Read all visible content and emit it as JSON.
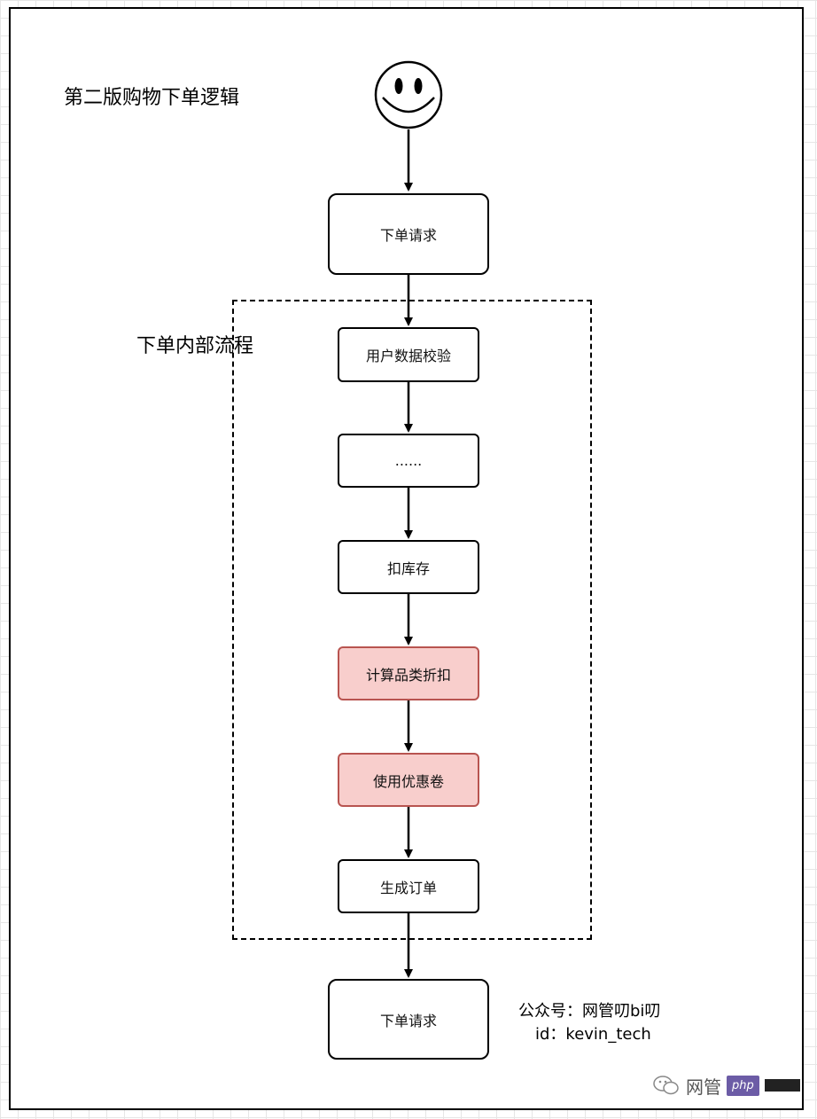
{
  "title": "第二版购物下单逻辑",
  "group_label": "下单内部流程",
  "nodes": {
    "order_request_top": "下单请求",
    "user_data_check": "用户数据校验",
    "ellipsis": "......",
    "deduct_inventory": "扣库存",
    "category_discount": "计算品类折扣",
    "use_coupon": "使用优惠卷",
    "create_order": "生成订单",
    "order_request_bottom": "下单请求"
  },
  "credit": {
    "line1": "公众号：网管叨bi叨",
    "line2": "id：kevin_tech"
  },
  "watermark": {
    "text": "网管",
    "badge": "php"
  },
  "colors": {
    "highlight_fill": "#f8cecc",
    "highlight_stroke": "#b85450"
  }
}
